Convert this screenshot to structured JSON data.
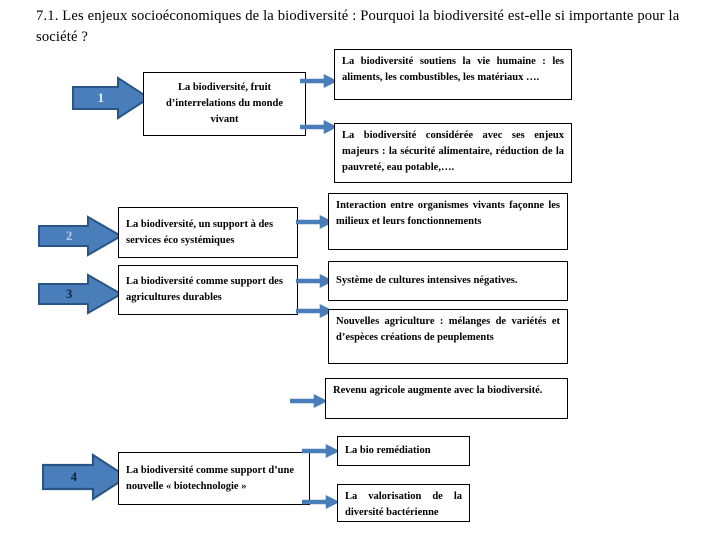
{
  "slide": {
    "title": "7.1. Les enjeux socioéconomiques de la biodiversité : Pourquoi la biodiversité est-elle si importante pour la société ?",
    "background_color": "#ffffff",
    "accent_color": "#4a7ebb",
    "accent_border_color": "#2d5party"
  },
  "arrows": [
    {
      "name": "big-arrow-1",
      "number": "1"
    },
    {
      "name": "big-arrow-2",
      "number": "2"
    },
    {
      "name": "big-arrow-3",
      "number": "3"
    },
    {
      "name": "big-arrow-4",
      "number": "4"
    }
  ],
  "sections": [
    {
      "number": "1",
      "theme": "La biodiversité, fruit d’interrelations du monde vivant",
      "outcomes": [
        "La biodiversité soutiens la vie humaine : les aliments, les combustibles, les matériaux ….",
        "La biodiversité considérée avec ses enjeux majeurs : la sécurité alimentaire, réduction de la pauvreté, eau potable,…."
      ]
    },
    {
      "number": "2",
      "theme": "La biodiversité, un support à des services éco systémiques",
      "outcomes": [
        "Interaction entre organismes vivants façonne les milieux et leurs fonctionnements"
      ]
    },
    {
      "number": "3",
      "theme": "La biodiversité comme support des agricultures durables",
      "outcomes": [
        "Système de cultures intensives négatives.",
        "Nouvelles agriculture : mélanges de variétés et d’espèces créations de peuplements",
        "Revenu agricole augmente avec la biodiversité."
      ]
    },
    {
      "number": "4",
      "theme": "La biodiversité comme support d’une nouvelle « biotechnologie »",
      "outcomes": [
        "La bio remédiation",
        "La valorisation de la diversité bactérienne"
      ]
    }
  ]
}
